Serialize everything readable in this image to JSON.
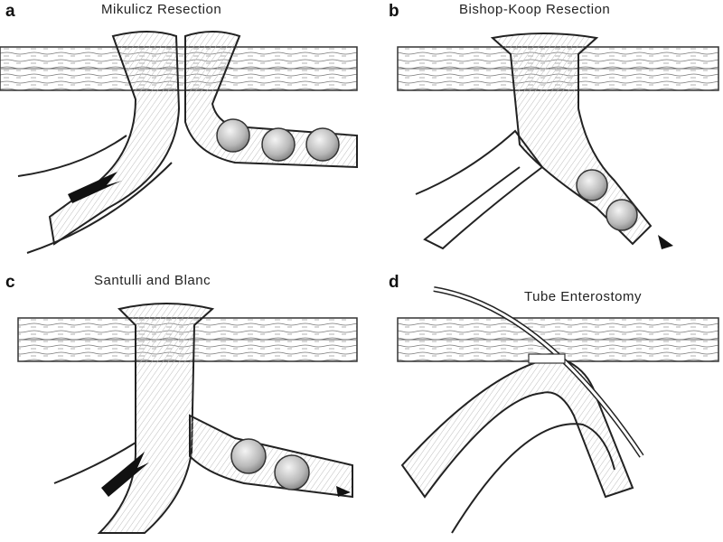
{
  "panels": [
    {
      "letter": "a",
      "title": "Mikulicz Resection"
    },
    {
      "letter": "b",
      "title": "Bishop-Koop Resection"
    },
    {
      "letter": "c",
      "title": "Santulli and Blanc"
    },
    {
      "letter": "d",
      "title": "Tube Enterostomy"
    }
  ],
  "colors": {
    "ink": "#2a2a2a",
    "shade": "#cfcfcf",
    "paper": "#ffffff"
  },
  "icons": [
    "flow-arrow-icon"
  ]
}
